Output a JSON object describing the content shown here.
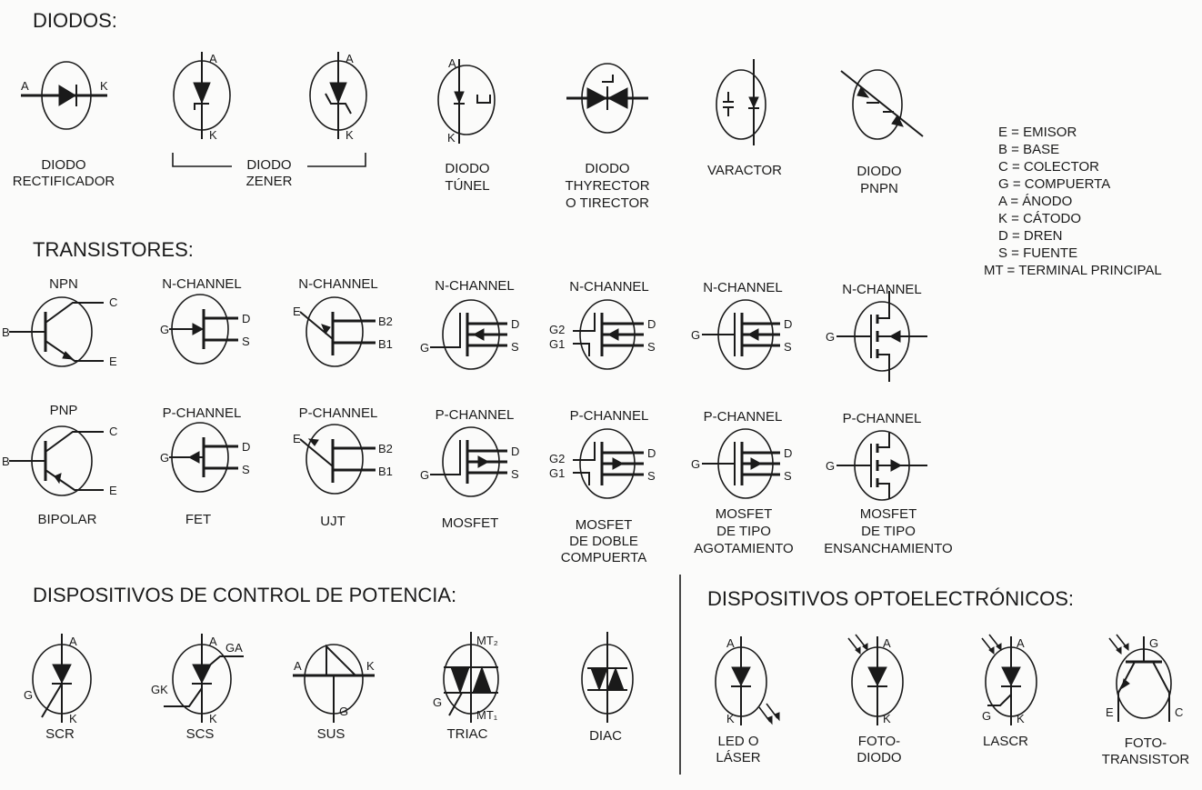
{
  "sections": {
    "diodes": "DIODOS:",
    "transistors": "TRANSISTORES:",
    "power": "DISPOSITIVOS DE CONTROL DE POTENCIA:",
    "opto": "DISPOSITIVOS OPTOELECTRÓNICOS:"
  },
  "diodes": {
    "rectifier": [
      "DIODO",
      "RECTIFICADOR"
    ],
    "zener": [
      "DIODO",
      "ZENER"
    ],
    "tunnel": [
      "DIODO",
      "TÚNEL"
    ],
    "thyrector": [
      "DIODO",
      "THYRECTOR",
      "O TIRECTOR"
    ],
    "varactor": [
      "VARACTOR"
    ],
    "pnpn": [
      "DIODO",
      "PNPN"
    ]
  },
  "legend": [
    "E = EMISOR",
    "B = BASE",
    "C = COLECTOR",
    "G = COMPUERTA",
    "A = ÁNODO",
    "K = CÁTODO",
    "D = DREN",
    "S = FUENTE",
    "MT = TERMINAL PRINCIPAL"
  ],
  "transistors": {
    "row1": [
      "NPN",
      "N-CHANNEL",
      "N-CHANNEL",
      "N-CHANNEL",
      "N-CHANNEL",
      "N-CHANNEL",
      "N-CHANNEL"
    ],
    "row2": [
      "PNP",
      "P-CHANNEL",
      "P-CHANNEL",
      "P-CHANNEL",
      "P-CHANNEL",
      "P-CHANNEL",
      "P-CHANNEL"
    ],
    "bipolar": [
      "BIPOLAR"
    ],
    "fet": [
      "FET"
    ],
    "ujt": [
      "UJT"
    ],
    "mosfet": [
      "MOSFET"
    ],
    "dual_gate": [
      "MOSFET",
      "DE DOBLE",
      "COMPUERTA"
    ],
    "depletion": [
      "MOSFET",
      "DE TIPO",
      "AGOTAMIENTO"
    ],
    "enhancement": [
      "MOSFET",
      "DE TIPO",
      "ENSANCHAMIENTO"
    ]
  },
  "power": {
    "scr": "SCR",
    "scs": "SCS",
    "sus": "SUS",
    "triac": "TRIAC",
    "diac": "DIAC"
  },
  "opto": {
    "led": [
      "LED O",
      "LÁSER"
    ],
    "photodiode": [
      "FOTO-",
      "DIODO"
    ],
    "lascr": [
      "LASCR"
    ],
    "phototransistor": [
      "FOTO-",
      "TRANSISTOR"
    ]
  },
  "pins": {
    "A": "A",
    "K": "K",
    "C": "C",
    "B": "B",
    "E": "E",
    "G": "G",
    "D": "D",
    "S": "S",
    "B1": "B1",
    "B2": "B2",
    "G1": "G1",
    "G2": "G2",
    "GA": "GA",
    "GK": "GK",
    "MT1": "MT₁",
    "MT2": "MT₂"
  }
}
